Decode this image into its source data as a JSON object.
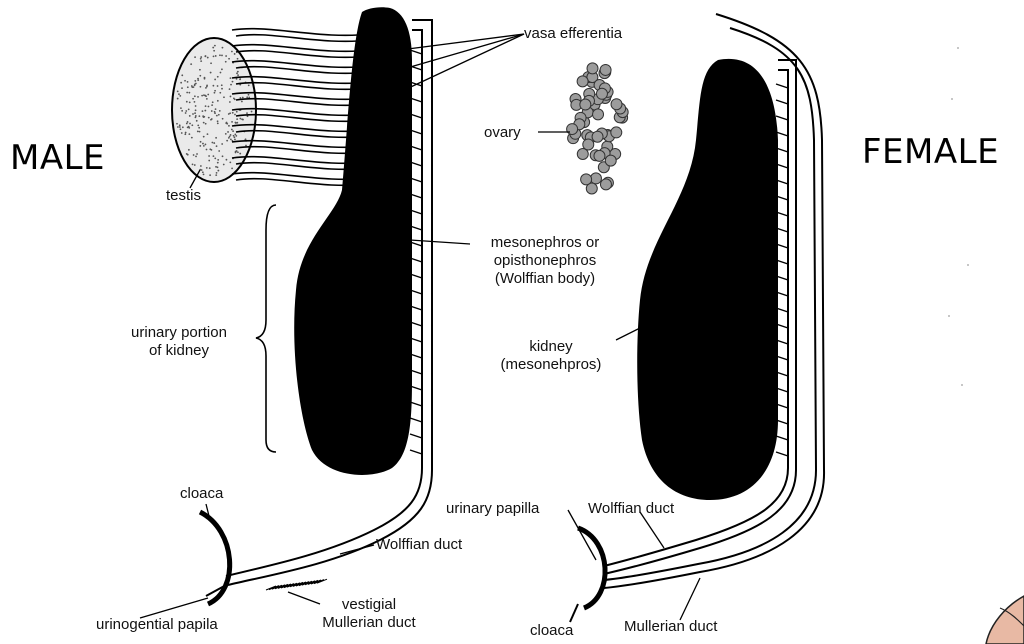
{
  "sides": {
    "male": "MALE",
    "female": "FEMALE"
  },
  "labels": {
    "vasa_efferentia": "vasa efferentia",
    "ovary": "ovary",
    "testis": "testis",
    "mesonephros": [
      "mesonephros or",
      "opisthonephros",
      "(Wolffian body)"
    ],
    "urinary_portion": [
      "urinary portion",
      "of kidney"
    ],
    "kidney": [
      "kidney",
      "(mesonehpros)"
    ],
    "cloaca_male": "cloaca",
    "wolffian_duct_male": "Wolffian duct",
    "urinogential_papila": "urinogential papila",
    "vestigial_mullerian": [
      "vestigial",
      "Mullerian duct"
    ],
    "urinary_papilla": "urinary papilla",
    "wolffian_duct_female": "Wolffian duct",
    "cloaca_female": "cloaca",
    "mullerian_duct_female": "Mullerian duct"
  },
  "colors": {
    "ink": "#000000",
    "paper": "#ffffff",
    "testis_fill": "#eaeaea",
    "ovary_fill": "#9c9c9c",
    "corner_fill": "#e8b9a4"
  }
}
